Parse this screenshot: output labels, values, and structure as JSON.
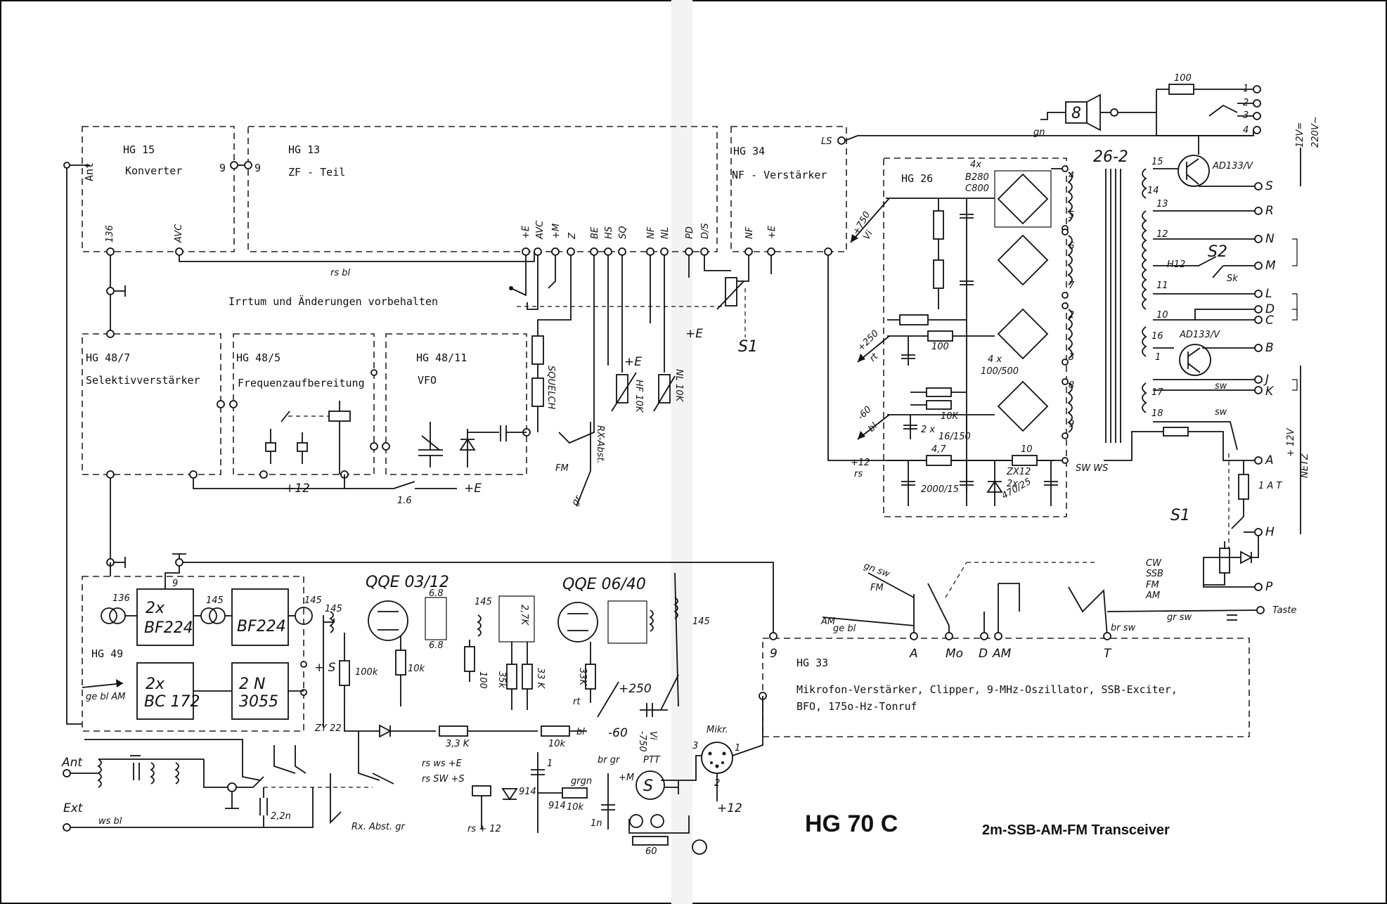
{
  "document": {
    "title": "HG 70 C",
    "subtitle": "2m-SSB-AM-FM Transceiver",
    "note": "Irrtum und Änderungen vorbehalten"
  },
  "modules": [
    {
      "id": "HG 15",
      "desc": "Konverter"
    },
    {
      "id": "HG 13",
      "desc": "ZF - Teil"
    },
    {
      "id": "HG 34",
      "desc": "NF - Verstärker"
    },
    {
      "id": "HG 26",
      "desc": ""
    },
    {
      "id": "HG 48/7",
      "desc": "Selektivverstärker"
    },
    {
      "id": "HG 48/5",
      "desc": "Frequenzaufbereitung"
    },
    {
      "id": "HG 48/11",
      "desc": "VFO"
    },
    {
      "id": "HG 49",
      "desc": ""
    },
    {
      "id": "HG 33",
      "desc": "Mikrofon-Verstärker, Clipper, 9-MHz-Oszillator, SSB-Exciter,",
      "desc2": "BFO, 175o-Hz-Tonruf"
    }
  ],
  "labels": {
    "ant_top": "Ant",
    "ant": "Ant",
    "ext": "Ext",
    "pin9a": "9",
    "pin9b": "9",
    "pin9c": "9",
    "pin136a": "136",
    "pin136b": "136",
    "avc": "AVC",
    "rs_bl": "rs bl",
    "plus_e": "+E",
    "plus_m": "+M",
    "z": "Z",
    "be": "BE",
    "hs": "HS",
    "sq": "SQ",
    "nf": "NF",
    "nl": "NL",
    "pd": "PD",
    "dis": "D/S",
    "nf2": "NF",
    "plus_e2": "+E",
    "ls": "LS",
    "squelch": "SQUELCH",
    "hf10k": "HF 10K",
    "nl10k": "NL 10K",
    "rx_abst": "RX-Abst.",
    "plus12": "+12",
    "fm": "FM",
    "gr": "gr",
    "one_six": "1.6",
    "plus_e3": "+E",
    "s1": "S1",
    "tubes_a": "QQE 03/12",
    "tubes_b": "QQE 06/40",
    "t_2x_bf224": "2x",
    "t_bf224a": "BF224",
    "t_bf224b": "BF224",
    "t_145a": "145",
    "t_145b": "145",
    "t_145c": "145",
    "t_145d": "145",
    "t_2x_bc172": "2x",
    "t_bc172": "BC 172",
    "t_2n": "2 N",
    "t_3055": "3055",
    "ge_bl_am": "ge bl AM",
    "plus_s": "+ S",
    "r100k": "100k",
    "r10k": "10k",
    "r100": "100",
    "r35k": "35k",
    "r33k": "33 K",
    "r33k2": "33K",
    "r27k": "2,7K",
    "plus250": "+250",
    "rt": "rt",
    "minus60": "-60",
    "bl": "bl",
    "zy22": "ZY 22",
    "r33k3": "3,3 K",
    "r10k2": "10k",
    "minus750": "-750",
    "vi": "Vi",
    "rs_ws_e": "rs ws +E",
    "rs_sw_s": "rs SW +S",
    "br_gr": "br gr",
    "ptt": "PTT",
    "grgn": "grgn",
    "plus_m2": "+M",
    "motor": "S",
    "r10k3": "10k",
    "c914": "914",
    "c914b": "914",
    "c1n": "1n",
    "c1": "1",
    "rx_abst2": "Rx. Abst. gr",
    "rs12": "rs    + 12",
    "r60": "60",
    "mikr": "Mikr.",
    "mic_pin1": "1",
    "mic_pin2": "2",
    "mic_pin3": "3",
    "mic_plus12": "+12",
    "c22n": "2,2n",
    "ws_bl": "ws bl",
    "gn_sw": "gn sw",
    "am": "AM",
    "ge_bl": "ge bl",
    "sw_a": "A",
    "sw_mo": "Mo",
    "sw_d": "D",
    "sw_am": "AM",
    "sw_t": "T",
    "br_sw": "br sw",
    "gr_sw": "gr sw",
    "modes": [
      "CW",
      "SSB",
      "FM",
      "AM"
    ],
    "taste": "Taste",
    "hg26_4x": "4x",
    "hg26_b280": "B280",
    "hg26_c800": "C800",
    "hg26_750": "+750",
    "hg26_vi": "Vi",
    "hg26_250": "+250",
    "hg26_rt": "rt",
    "hg26_100": "100",
    "hg26_4x100": "4 x",
    "hg26_100500": "100/500",
    "hg26_60": "-60",
    "hg26_bl": "bl",
    "hg26_10k": "10K",
    "hg26_2x16": "2 x",
    "hg26_16150": "16/150",
    "hg26_12": "+12",
    "hg26_rs": "rs",
    "hg26_47": "4,7",
    "hg26_10": "10",
    "hg26_2000": "2000/15",
    "hg26_zx12": "ZX12",
    "hg26_2x": "2x",
    "hg26_47025": "470/25",
    "hg26_sw_ws": "SW WS",
    "trafo": "26-2",
    "ad133a": "AD133/V",
    "ad133b": "AD133/V",
    "h12": "H12",
    "s2": "S2",
    "sk": "Sk",
    "v12": "12V=",
    "v220": "220V~",
    "netz": "NETZ",
    "plus12v": "+ 12V",
    "fuse": "1 A T",
    "s1b": "S1",
    "sp": "8",
    "r100b": "100",
    "gn": "gn",
    "sw": "sw",
    "sw2": "sw"
  },
  "connector_pins": [
    "1",
    "2",
    "3",
    "4",
    "S",
    "R",
    "N",
    "M",
    "L",
    "D",
    "C",
    "B",
    "J",
    "K",
    "A",
    "H",
    "P"
  ],
  "winding_numbers": [
    "4",
    "5",
    "6",
    "7",
    "2",
    "3",
    "8",
    "9"
  ],
  "trafo_taps": [
    "15",
    "14",
    "13",
    "12",
    "11",
    "10",
    "16",
    "1",
    "17",
    "18"
  ]
}
